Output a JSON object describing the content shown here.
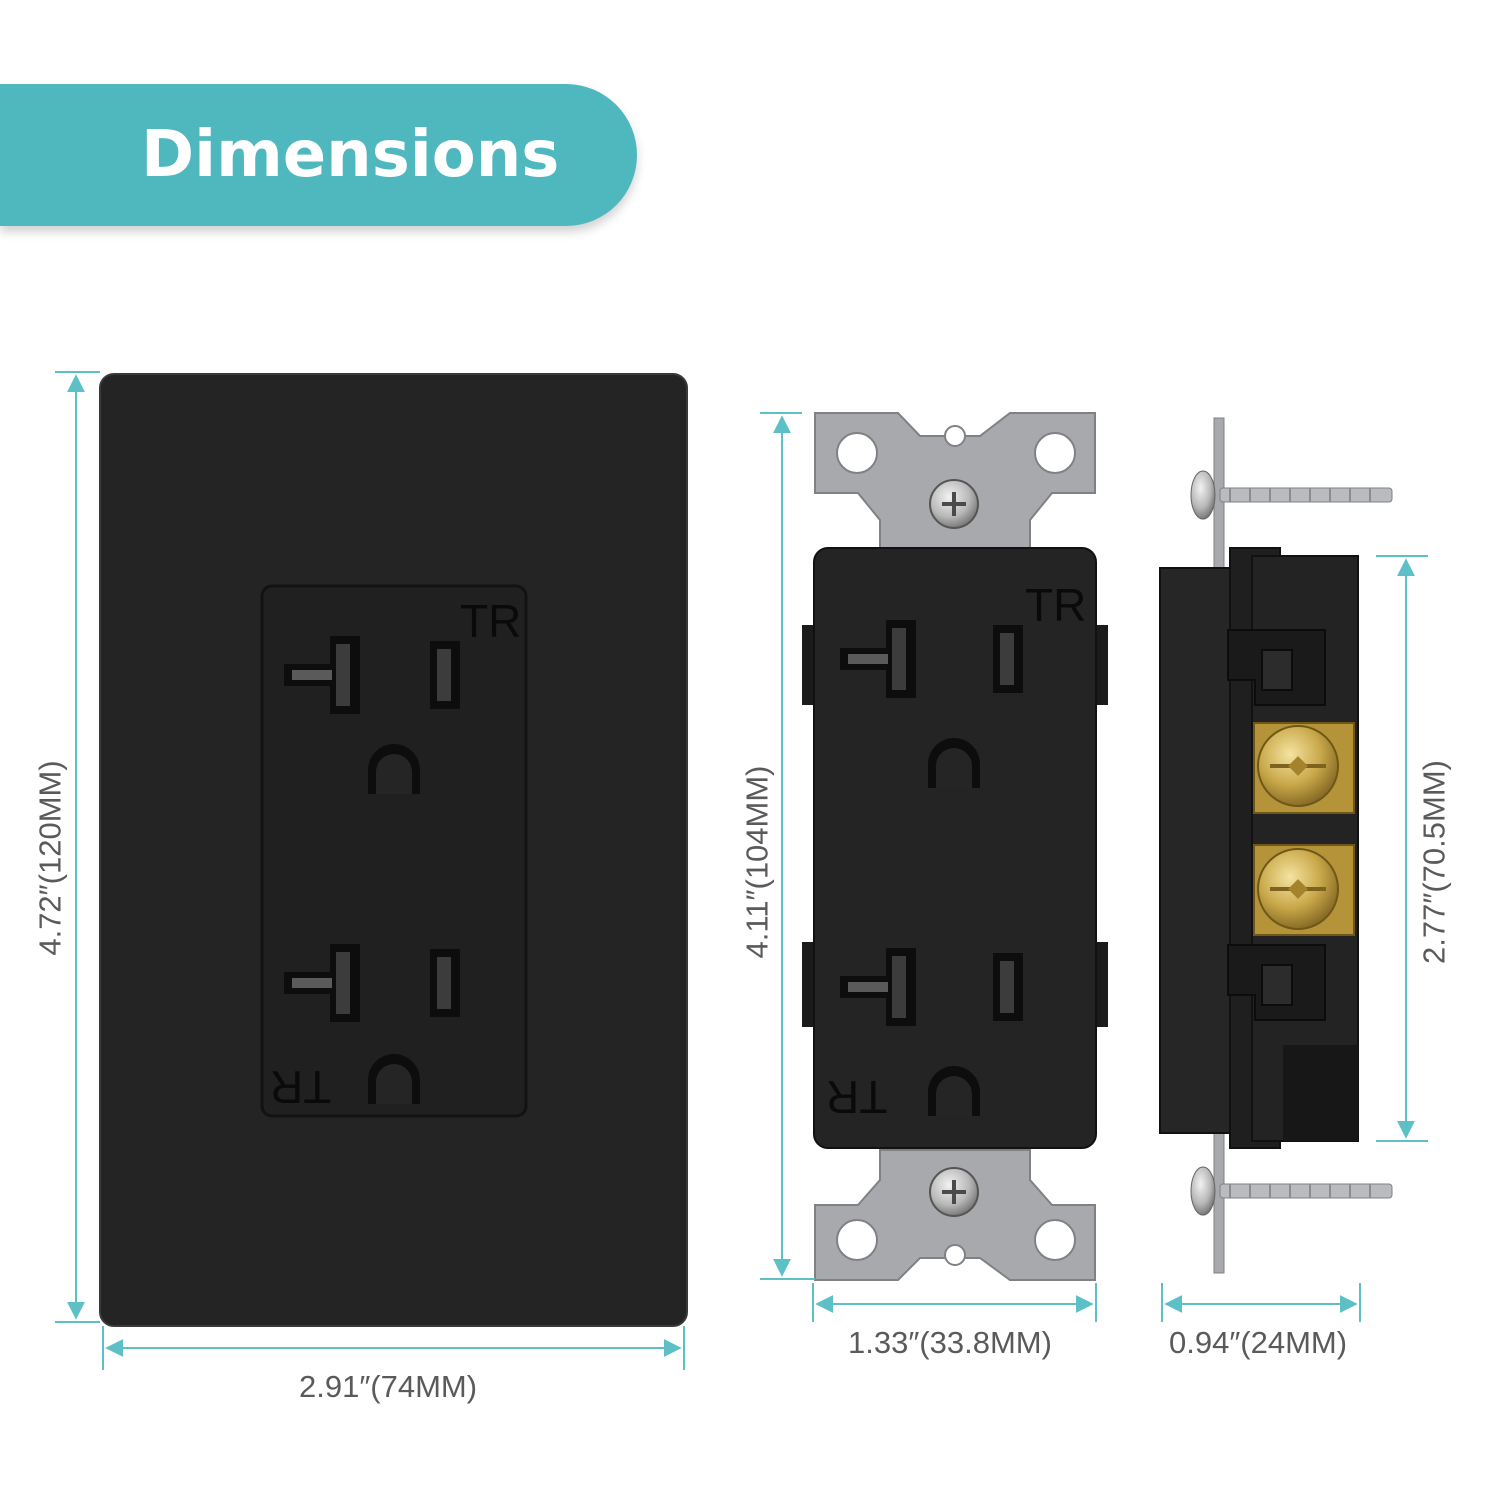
{
  "header": {
    "title": "Dimensions"
  },
  "colors": {
    "accent": "#4fb7be",
    "dimension_line": "#5cc0c6",
    "label_text": "#5a5a5a",
    "device_black": "#232323",
    "strap_gray": "#a7a9ad",
    "brass": "#c9a84a"
  },
  "dimensions": {
    "plate_height": "4.72″(120MM)",
    "plate_width": "2.91″(74MM)",
    "receptacle_height": "4.11″(104MM)",
    "receptacle_width": "1.33″(33.8MM)",
    "side_height": "2.77″(70.5MM)",
    "side_depth": "0.94″(24MM)"
  },
  "markings": {
    "tr": "TR"
  }
}
